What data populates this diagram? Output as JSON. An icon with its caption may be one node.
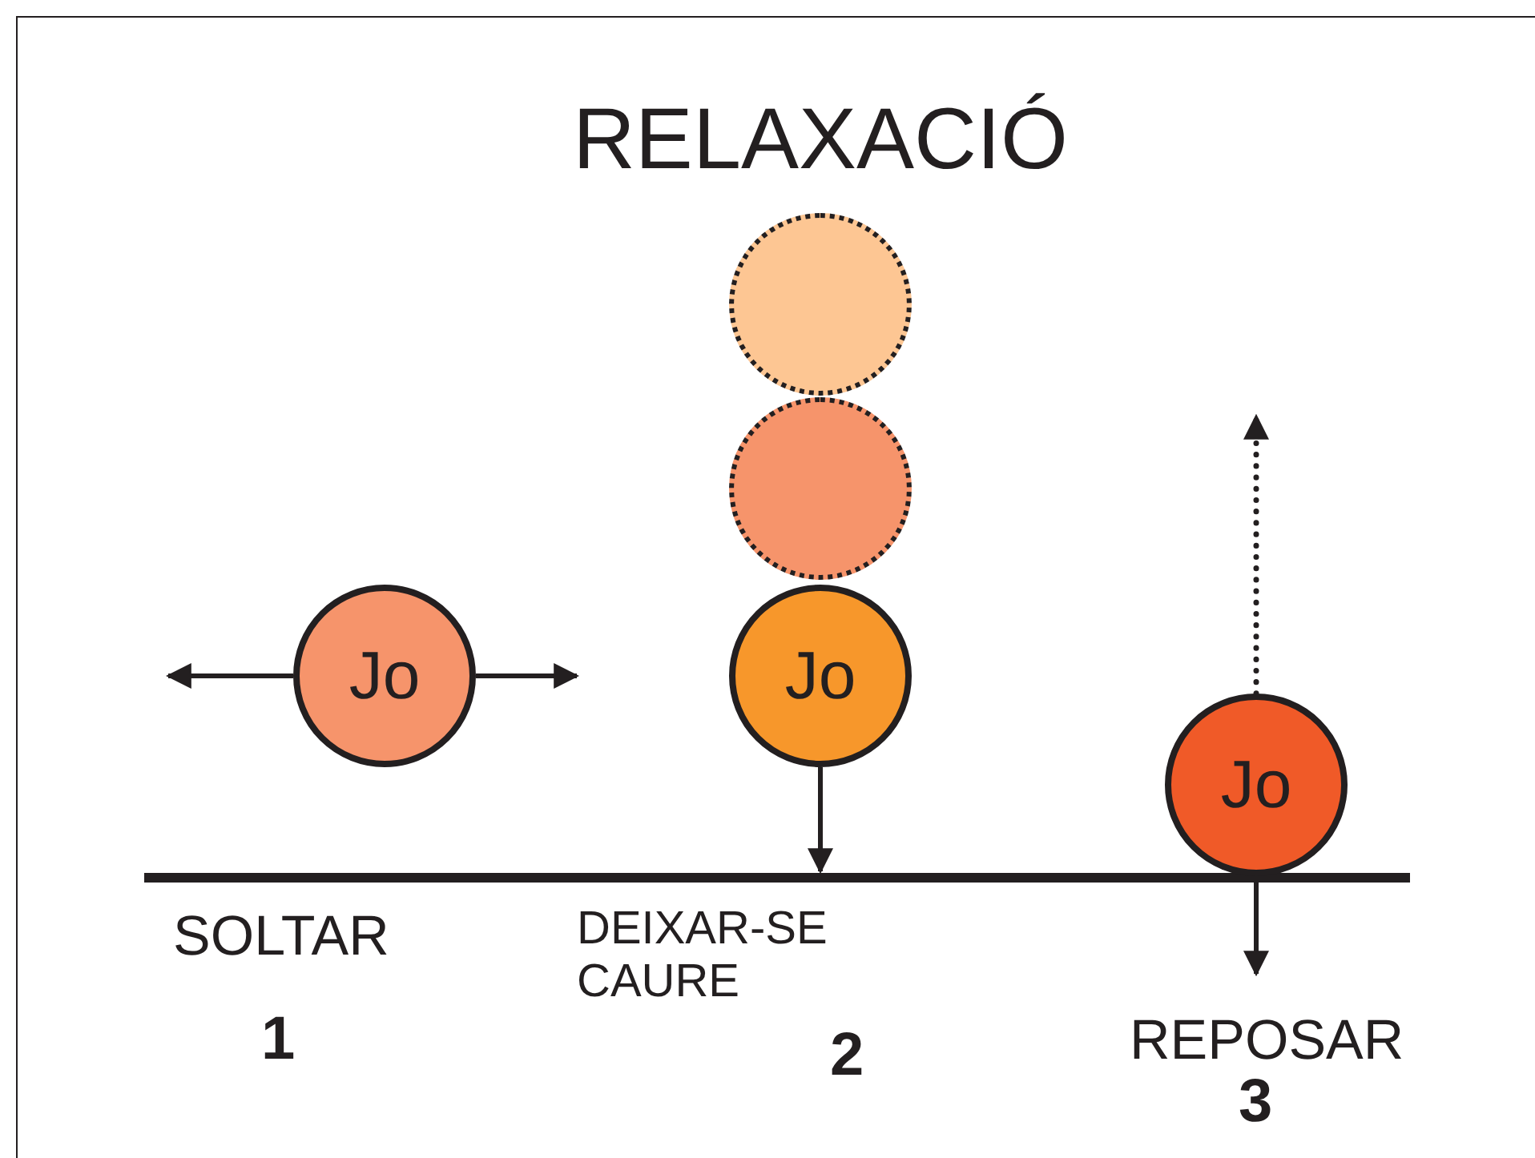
{
  "diagram": {
    "title": "RELAXACIÓ",
    "nodes": [
      {
        "text": [
          "Jo"
        ]
      },
      {
        "text": [],
        "shape": "circle"
      },
      {
        "text": [],
        "shape": "circle"
      },
      {
        "text": [
          "Jo"
        ]
      },
      {
        "text": [
          "Jo"
        ]
      }
    ],
    "edges": [
      {
        "from": 0,
        "to": null,
        "arrow": "to"
      },
      {
        "from": 0,
        "to": null,
        "arrow": "to"
      },
      {
        "from": 3,
        "to": null,
        "arrow": "to"
      },
      {
        "from": 4,
        "to": null,
        "arrow": "to",
        "style": "dashed"
      },
      {
        "from": 4,
        "to": null,
        "arrow": "to"
      }
    ],
    "labels": [
      "SOLTAR",
      "DEIXAR-SE CAURE",
      "1",
      "2",
      "REPOSAR",
      "3"
    ]
  }
}
